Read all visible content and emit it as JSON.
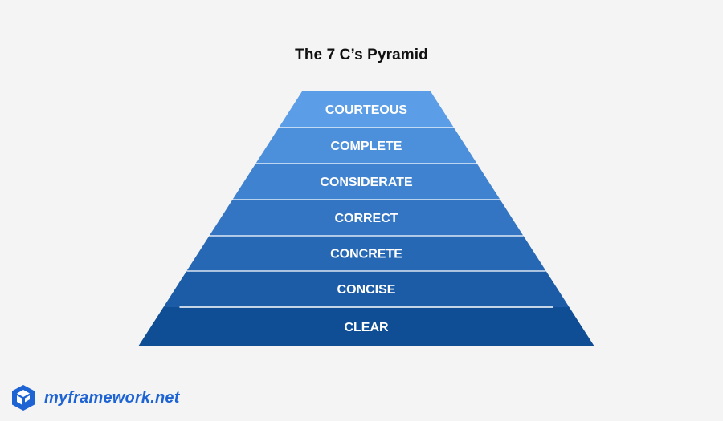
{
  "title": "The 7 C’s Pyramid",
  "levels": [
    {
      "label": "COURTEOUS",
      "color": "#5b9de6"
    },
    {
      "label": "COMPLETE",
      "color": "#4c8fdb"
    },
    {
      "label": "CONSIDERATE",
      "color": "#3f82cf"
    },
    {
      "label": "CORRECT",
      "color": "#3375c2"
    },
    {
      "label": "CONCRETE",
      "color": "#2768b4"
    },
    {
      "label": "CONCISE",
      "color": "#1c5ca6"
    },
    {
      "label": "CLEAR",
      "color": "#0f4e95"
    }
  ],
  "brand": {
    "name": "myframework.net",
    "logo_icon": "cube-logo-icon",
    "color": "#1d63d3"
  }
}
